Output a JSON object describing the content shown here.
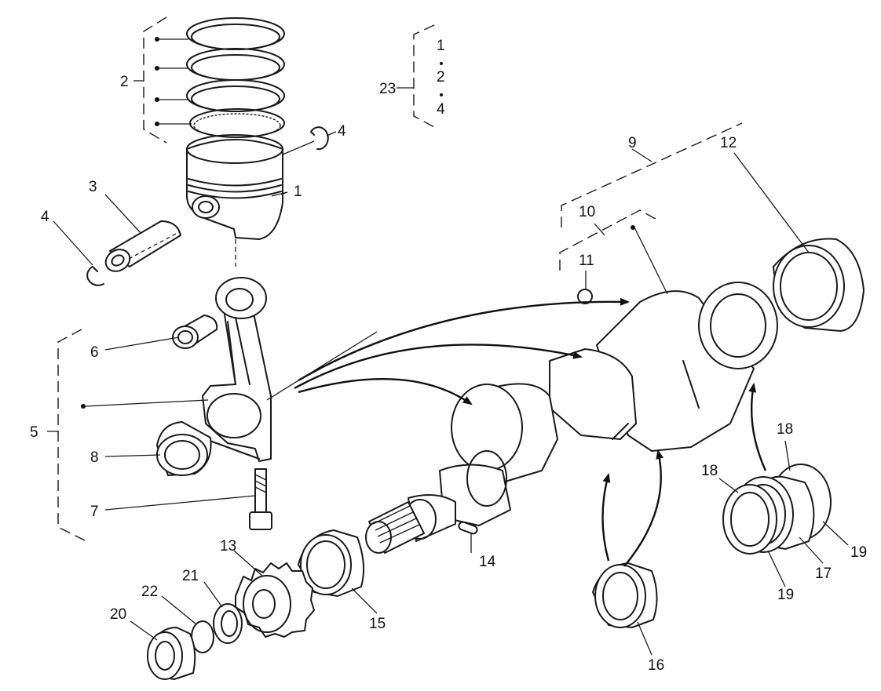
{
  "callouts": {
    "c1": "1",
    "c2": "2",
    "c3": "3",
    "c4a": "4",
    "c4b": "4",
    "c5": "5",
    "c6": "6",
    "c7": "7",
    "c8": "8",
    "c9": "9",
    "c10": "10",
    "c11": "11",
    "c12": "12",
    "c13": "13",
    "c14": "14",
    "c15": "15",
    "c16": "16",
    "c17": "17",
    "c18a": "18",
    "c18b": "18",
    "c19a": "19",
    "c19b": "19",
    "c20": "20",
    "c21": "21",
    "c22": "22",
    "c23": "23"
  },
  "kit_23": {
    "item_a": "1",
    "item_b": "2",
    "item_c": "4"
  }
}
